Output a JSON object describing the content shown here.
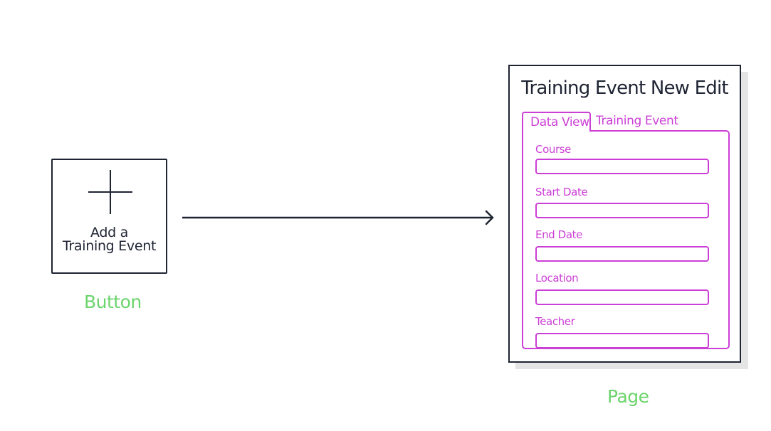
{
  "button": {
    "label_line1": "Add a",
    "label_line2": "Training Event",
    "caption": "Button"
  },
  "page": {
    "title": "Training Event New Edit",
    "caption": "Page",
    "tabs": [
      {
        "label": "Data View",
        "active": true
      },
      {
        "label": "Training Event",
        "active": false
      }
    ],
    "fields": [
      {
        "label": "Course",
        "value": ""
      },
      {
        "label": "Start Date",
        "value": ""
      },
      {
        "label": "End Date",
        "value": ""
      },
      {
        "label": "Location",
        "value": ""
      },
      {
        "label": "Teacher",
        "value": ""
      }
    ]
  },
  "colors": {
    "ink": "#1f2433",
    "accent": "#cc3fd6",
    "caption": "#6cd46c",
    "shadow": "#e4e4e4"
  },
  "icons": {
    "add": "plus-icon",
    "connector": "arrow-right-icon"
  }
}
